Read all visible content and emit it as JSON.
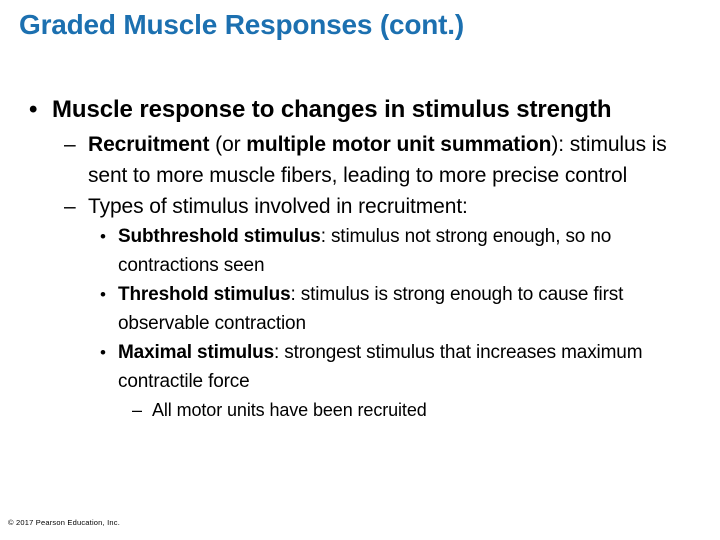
{
  "slide": {
    "title": "Graded Muscle Responses (cont.)",
    "title_color": "#1C70B0",
    "background_color": "#FFFFFF",
    "body_color": "#000000",
    "bullet_glyph_level1": "•",
    "bullet_glyph_level2": "–",
    "bullet_glyph_level3": "•",
    "bullet_glyph_level4": "–"
  },
  "content": {
    "level1": {
      "text": "Muscle response to changes in stimulus strength"
    },
    "level2": [
      {
        "run_bold_1": "Recruitment",
        "run_plain_1": " (or ",
        "run_bold_2": "multiple motor unit summation",
        "run_plain_2": "): stimulus is sent to more muscle fibers, leading to more precise control"
      },
      {
        "text": "Types of stimulus involved in recruitment:"
      }
    ],
    "level3": [
      {
        "term": "Subthreshold stimulus",
        "definition": ": stimulus not strong enough, so no contractions seen"
      },
      {
        "term": "Threshold stimulus",
        "definition": ": stimulus is strong enough to cause first observable contraction"
      },
      {
        "term": "Maximal stimulus",
        "definition": ": strongest stimulus that increases maximum contractile force"
      }
    ],
    "level4": [
      {
        "text": "All motor units have been recruited"
      }
    ]
  },
  "footer": {
    "copyright": "© 2017 Pearson Education, Inc."
  }
}
